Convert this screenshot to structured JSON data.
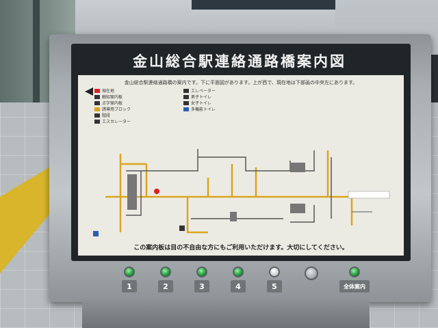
{
  "sign": {
    "title": "金山総合駅連絡通路橋案内図",
    "caption": "金山総合駅連絡通路橋の案内です。下に平面図があります。上が西で、現在地は下部画の中央左にあります。",
    "footer": "この案内板は目の不自由な方にもご利用いただけます。大切にしてください。",
    "legend": [
      {
        "label": "現在地",
        "color": "#d22"
      },
      {
        "label": "触知案内板",
        "color": "#333"
      },
      {
        "label": "点字案内板",
        "color": "#333"
      },
      {
        "label": "誘導用ブロック",
        "color": "#d9a520"
      },
      {
        "label": "階段",
        "color": "#333"
      },
      {
        "label": "エスカレーター",
        "color": "#333"
      },
      {
        "label": "エレベーター",
        "color": "#333"
      },
      {
        "label": "男子トイレ",
        "color": "#333"
      },
      {
        "label": "女子トイレ",
        "color": "#333"
      },
      {
        "label": "多機能トイレ",
        "color": "#2a5fb0"
      }
    ],
    "buttons": [
      {
        "label": "1",
        "led": "green"
      },
      {
        "label": "2",
        "led": "green"
      },
      {
        "label": "3",
        "led": "green"
      },
      {
        "label": "4",
        "led": "green"
      },
      {
        "label": "5",
        "led": "white"
      },
      {
        "label": "",
        "led": "plain"
      },
      {
        "label": "全体案内",
        "led": "green"
      }
    ],
    "colors": {
      "route": "#d9a520",
      "walls": "#555555",
      "frame": "#a9afb2"
    }
  }
}
